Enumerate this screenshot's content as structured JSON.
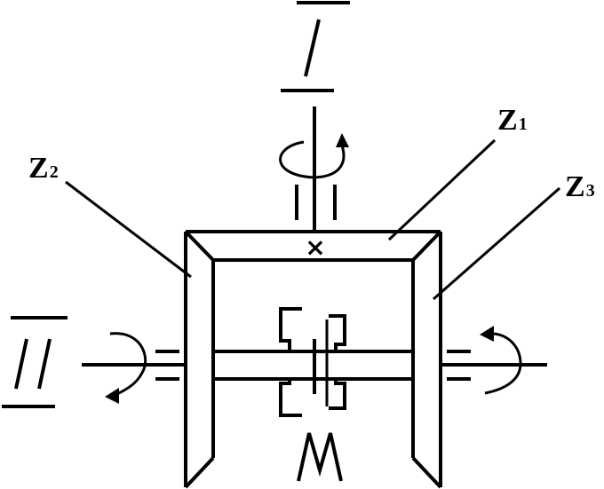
{
  "labels": {
    "z1": {
      "main": "Z",
      "sub": "1"
    },
    "z2": {
      "main": "Z",
      "sub": "2"
    },
    "z3": {
      "main": "Z",
      "sub": "3"
    },
    "shaft_top": "I",
    "shaft_left": "II",
    "bottom_mark": "M",
    "center_mark": "×"
  }
}
